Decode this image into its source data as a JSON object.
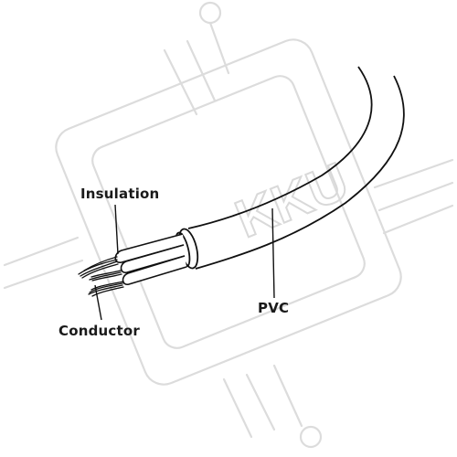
{
  "labels": {
    "insulation": "Insulation",
    "conductor": "Conductor",
    "pvc": "PVC"
  },
  "watermark": {
    "text": "KKU",
    "color": "#d9d9d9"
  },
  "colors": {
    "line": "#111111",
    "background": "#ffffff"
  }
}
